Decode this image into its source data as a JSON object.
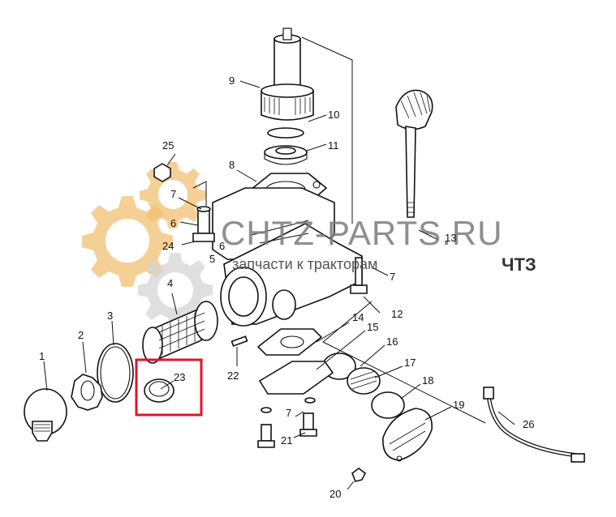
{
  "labels": {
    "p1": "1",
    "p2": "2",
    "p3": "3",
    "p4": "4",
    "p5": "5",
    "p6": "6",
    "p6b": "6",
    "p7a": "7",
    "p7b": "7",
    "p7c": "7",
    "p8": "8",
    "p9": "9",
    "p10": "10",
    "p11": "11",
    "p12": "12",
    "p13": "13",
    "p14": "14",
    "p15": "15",
    "p16": "16",
    "p17": "17",
    "p18": "18",
    "p19": "19",
    "p20": "20",
    "p21": "21",
    "p22": "22",
    "p23": "23",
    "p24": "24",
    "p25": "25",
    "p26": "26"
  },
  "watermark": {
    "site": "CHTZ-PARTS.RU",
    "tagline": "запчасти к тракторам",
    "brand": "ЧТЗ"
  },
  "highlight": {
    "part": "23",
    "color": "#e3122a"
  },
  "colors": {
    "gear_orange": "#f2c073",
    "gear_gray": "#d4d4d4",
    "line": "#111111"
  }
}
